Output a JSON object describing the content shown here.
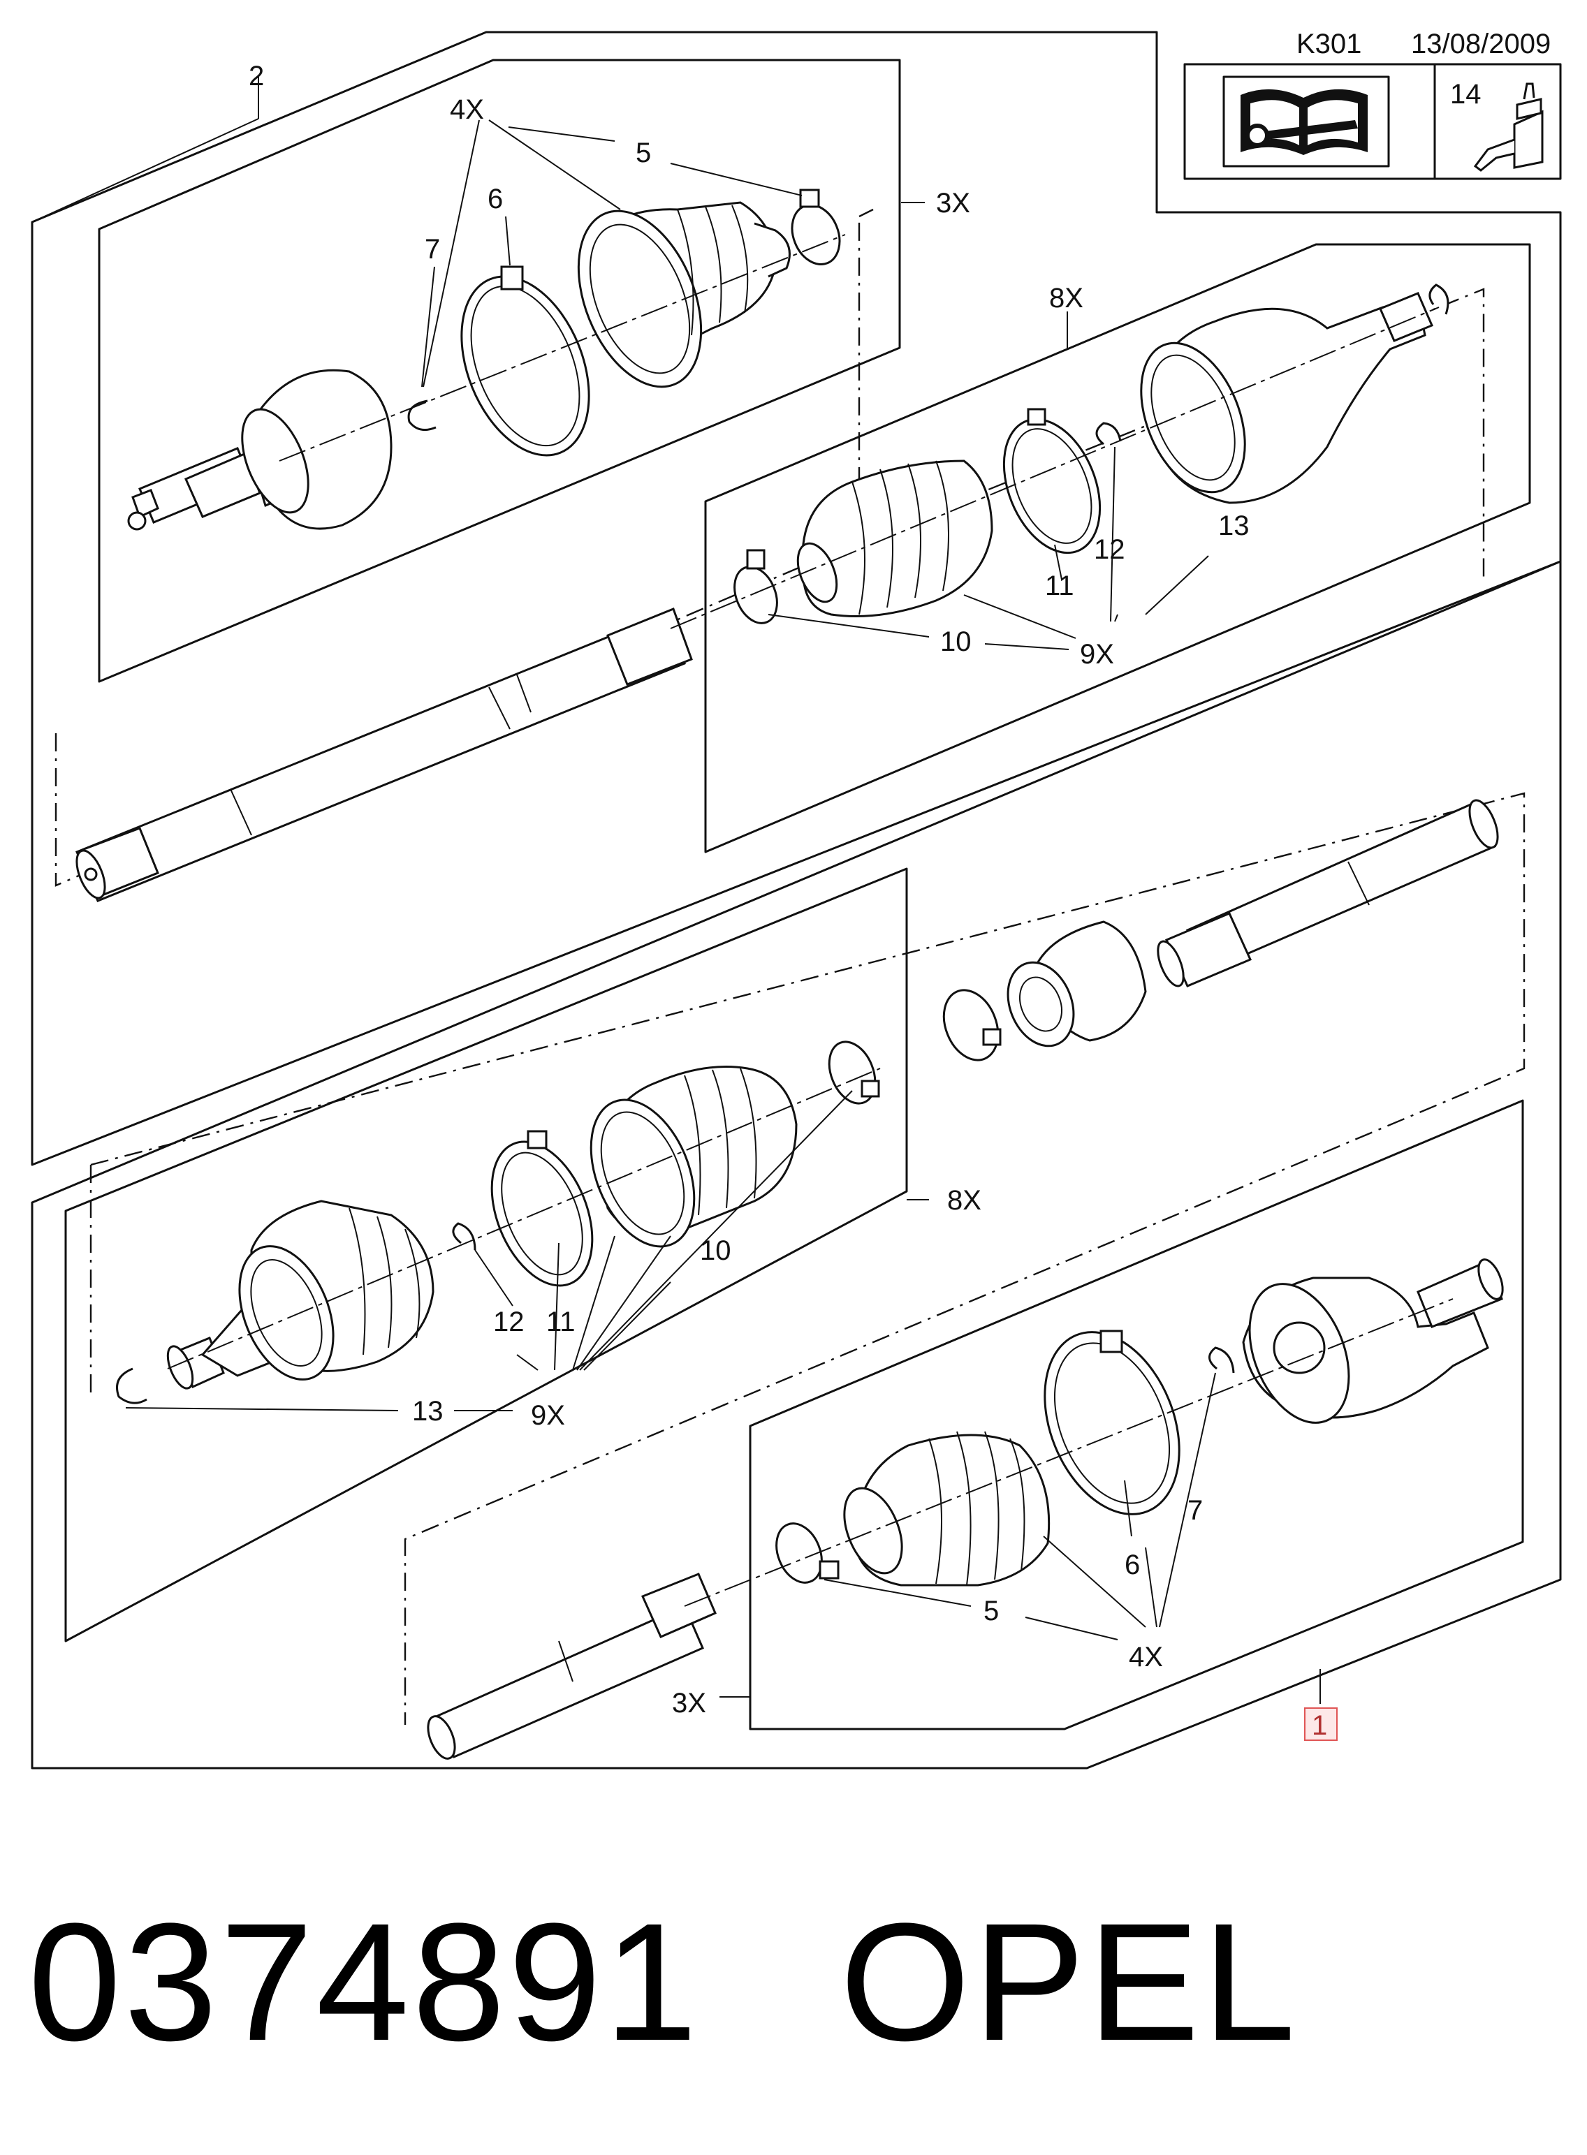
{
  "header": {
    "sheet_code": "K301",
    "date": "13/08/2009",
    "page_ref": "14",
    "manual_icon": "open-book-wrench-icon",
    "adhesive_icon": "sealant-tube-icon"
  },
  "callouts": {
    "assembly_1": "1",
    "assembly_2": "2",
    "clamp_count_top": "4X",
    "clamp_5": "5",
    "clamp_6": "6",
    "circlip_7": "7",
    "repair_kit_top": "3X",
    "inner_kit_top": "8X",
    "inner_12": "12",
    "inner_11": "11",
    "inner_13": "13",
    "inner_10": "10",
    "inner_count_top": "9X",
    "inner_kit_mid": "8X",
    "mid_10": "10",
    "mid_12": "12",
    "mid_11": "11",
    "mid_13": "13",
    "mid_count": "9X",
    "outer_7": "7",
    "outer_6": "6",
    "outer_5": "5",
    "outer_count": "4X",
    "repair_kit_bottom": "3X"
  },
  "footer": {
    "part_number": "0374891",
    "brand": "OPEL"
  }
}
